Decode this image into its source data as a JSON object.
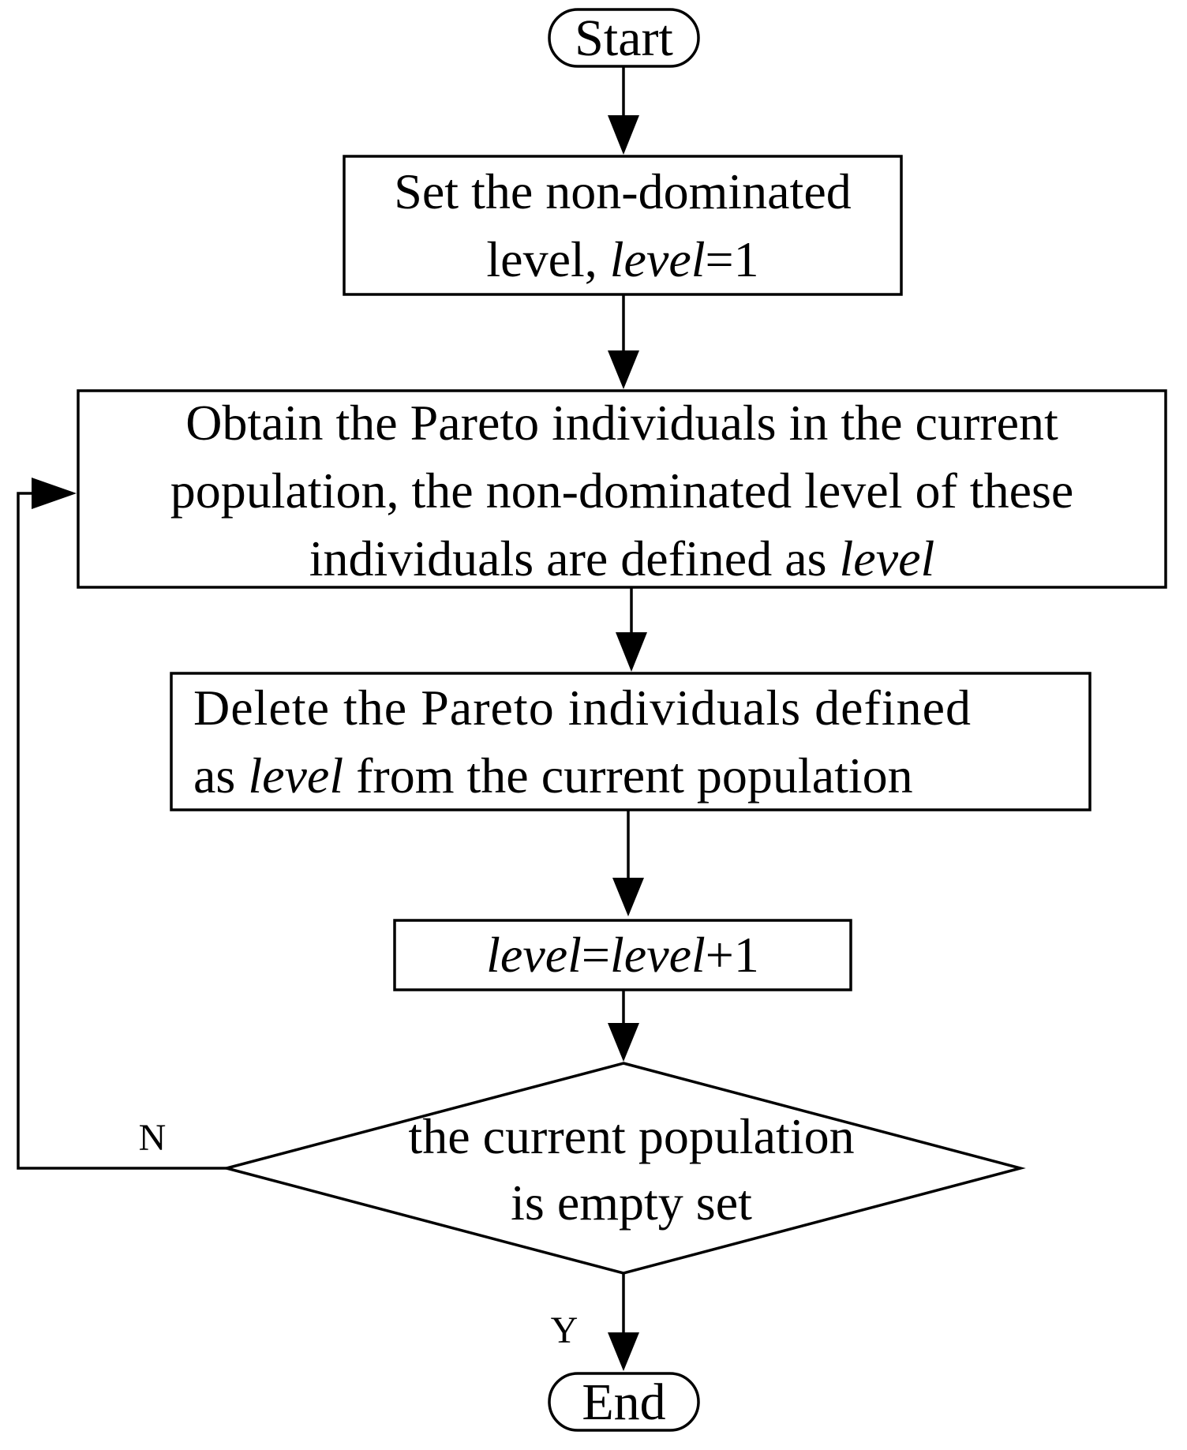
{
  "start": {
    "text": "Start"
  },
  "step1": {
    "line1": "Set the non-dominated",
    "line2_pre": "level, ",
    "line2_var": "level",
    "line2_post": "=1"
  },
  "step2": {
    "line1": "Obtain the Pareto individuals in the current",
    "line2": "population, the non-dominated level of these",
    "line3_pre": "individuals are defined as ",
    "line3_var": "level"
  },
  "step3": {
    "line1": "Delete the Pareto individuals defined",
    "line2_pre": "as ",
    "line2_var": "level",
    "line2_post": " from the current population"
  },
  "step4": {
    "var1": "level",
    "op": "=",
    "var2": "level",
    "post": "+1"
  },
  "decision": {
    "line1": "the current population",
    "line2": "is empty set"
  },
  "edges": {
    "no_label": "N",
    "yes_label": "Y"
  },
  "end": {
    "text": "End"
  }
}
